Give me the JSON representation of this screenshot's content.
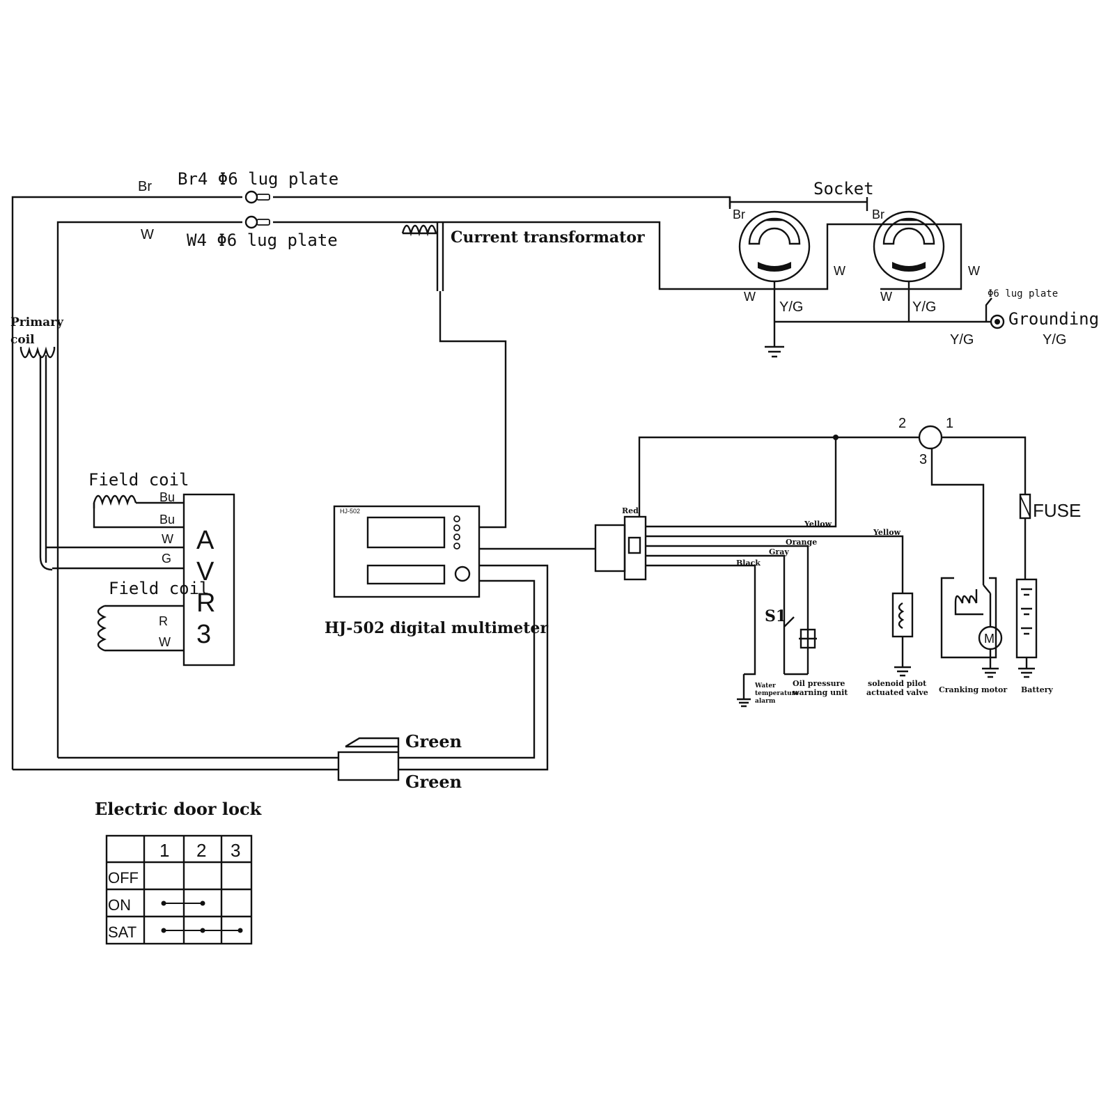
{
  "labels": {
    "br_wire": "Br",
    "br4_lug": "Br4 Φ6 lug plate",
    "w_wire": "W",
    "w4_lug": "W4 Φ6 lug plate",
    "current_transformator": "Current transformator",
    "socket": "Socket",
    "socket1_br": "Br",
    "socket1_w_right": "W",
    "socket1_w_left": "W",
    "socket1_yg": "Y/G",
    "socket2_br": "Br",
    "socket2_w_right": "W",
    "socket2_w_left": "W",
    "socket2_yg": "Y/G",
    "lug_plate_small": "Φ6 lug plate",
    "grounding": "Grounding",
    "yg_ground_left": "Y/G",
    "yg_ground_right": "Y/G",
    "primary_coil_1": "Primary",
    "primary_coil_2": "coil",
    "field_coil_top": "Field coil",
    "avr_bu1": "Bu",
    "avr_bu2": "Bu",
    "avr_w_top": "W",
    "avr_g": "G",
    "field_coil_bottom": "Field coil",
    "avr_r": "R",
    "avr_w_bottom": "W",
    "avr_a": "A",
    "avr_v": "V",
    "avr_rr": "R",
    "avr_3": "3",
    "meter_model": "HJ-502",
    "meter_caption": "HJ-502 digital multimeter",
    "switch_2": "2",
    "switch_1": "1",
    "switch_3": "3",
    "fuse": "FUSE",
    "wire_red": "Red",
    "wire_yellow1": "Yellow",
    "wire_yellow2": "Yellow",
    "wire_orange": "Orange",
    "wire_gray": "Gray",
    "wire_black": "Black",
    "s1": "S1",
    "water_temp_1": "Water",
    "water_temp_2": "temperature",
    "water_temp_3": "alarm",
    "oil_pressure_1": "Oil pressure",
    "oil_pressure_2": "warning unit",
    "solenoid_1": "solenoid pilot",
    "solenoid_2": "actuated valve",
    "cranking_motor": "Cranking motor",
    "battery": "Battery",
    "green_top": "Green",
    "green_bottom": "Green",
    "door_lock_title": "Electric door lock"
  },
  "lock_table": {
    "headers": [
      "1",
      "2",
      "3"
    ],
    "rows": [
      {
        "label": "OFF",
        "connects": []
      },
      {
        "label": "ON",
        "connects": [
          1,
          2
        ]
      },
      {
        "label": "SAT",
        "connects": [
          1,
          2,
          3
        ]
      }
    ]
  },
  "colors": {
    "ink": "#111111",
    "background": "#ffffff"
  }
}
